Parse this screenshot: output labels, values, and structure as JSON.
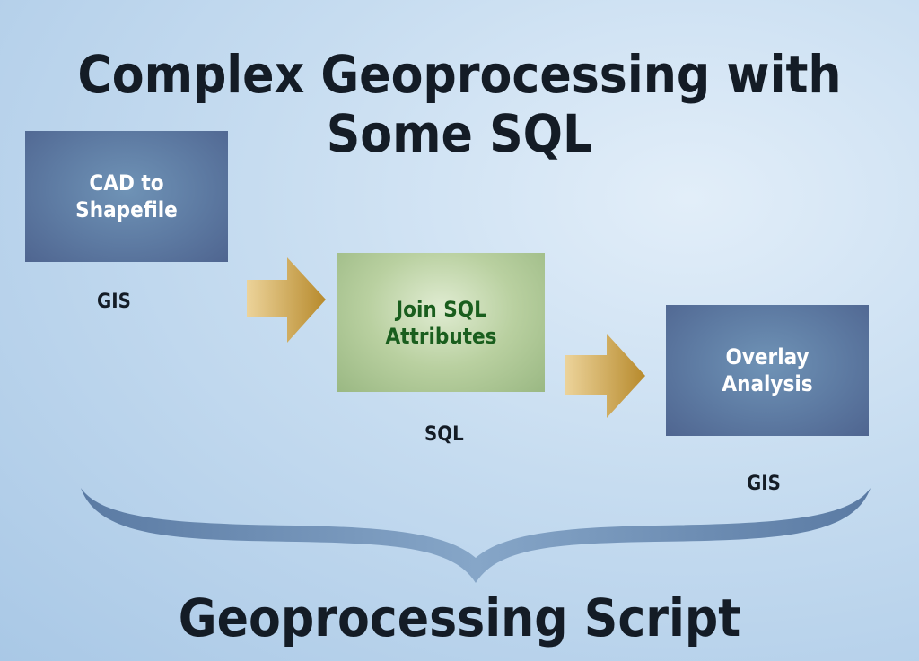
{
  "title": {
    "line1": "Complex Geoprocessing with",
    "line2": "Some SQL"
  },
  "steps": [
    {
      "label_line1": "CAD to",
      "label_line2": "Shapefile",
      "tool": "GIS"
    },
    {
      "label_line1": "Join SQL",
      "label_line2": "Attributes",
      "tool": "SQL"
    },
    {
      "label_line1": "Overlay",
      "label_line2": "Analysis",
      "tool": "GIS"
    }
  ],
  "footer": "Geoprocessing Script",
  "colors": {
    "blue_box": "#5d7aa2",
    "green_box": "#b9d0a0",
    "arrow": "#c89a3e",
    "brace": "#5e7fa6"
  }
}
